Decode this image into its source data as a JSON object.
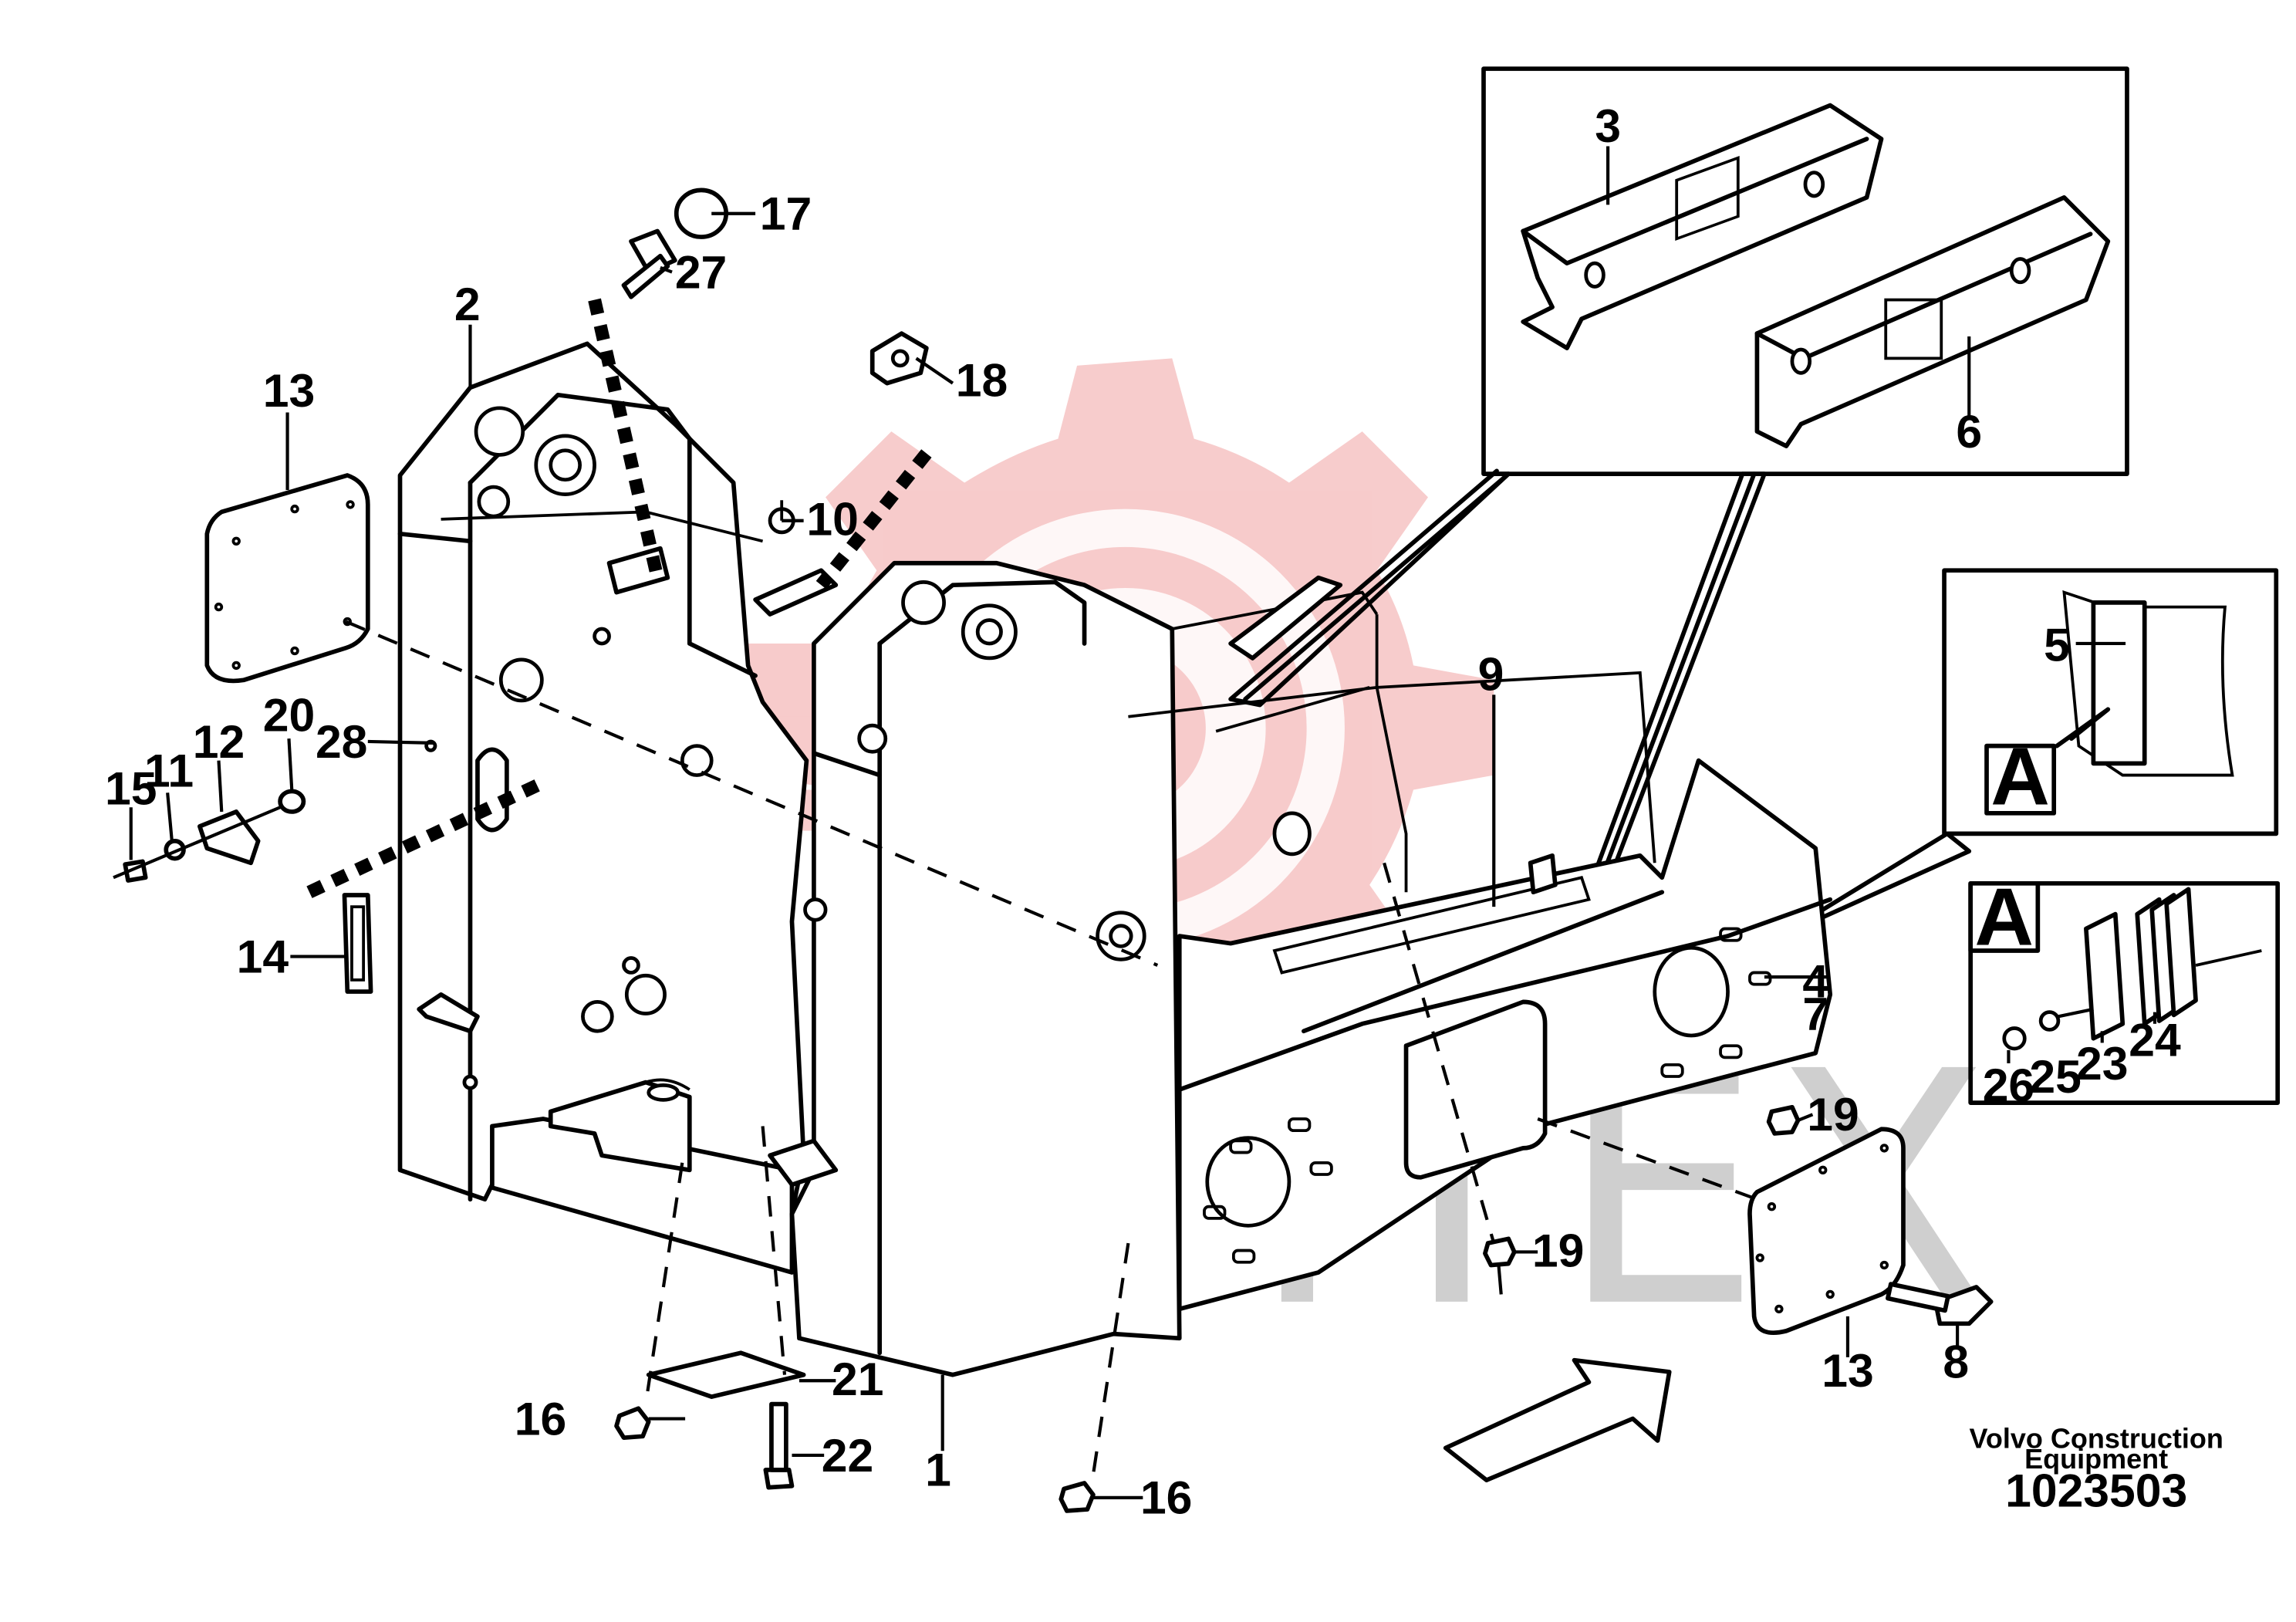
{
  "watermark": {
    "text": "ИНТЕХ",
    "logo_color": "#f7c9c9",
    "text_color": "#cfcfcf"
  },
  "footer": {
    "company_line1": "Volvo Construction",
    "company_line2": "Equipment",
    "drawing_number": "1023503"
  },
  "detail_label": "A",
  "callouts": {
    "c1": "1",
    "c2": "2",
    "c3": "3",
    "c4": "4",
    "c5": "5",
    "c6": "6",
    "c7": "7",
    "c8": "8",
    "c9": "9",
    "c10": "10",
    "c11": "11",
    "c12": "12",
    "c13_left": "13",
    "c13_right": "13",
    "c14": "14",
    "c15": "15",
    "c16_left": "16",
    "c16_right": "16",
    "c17": "17",
    "c18": "18",
    "c19_top": "19",
    "c19_bottom": "19",
    "c20": "20",
    "c21": "21",
    "c22": "22",
    "c23": "23",
    "c24": "24",
    "c25": "25",
    "c26": "26",
    "c27": "27",
    "c28": "28"
  }
}
